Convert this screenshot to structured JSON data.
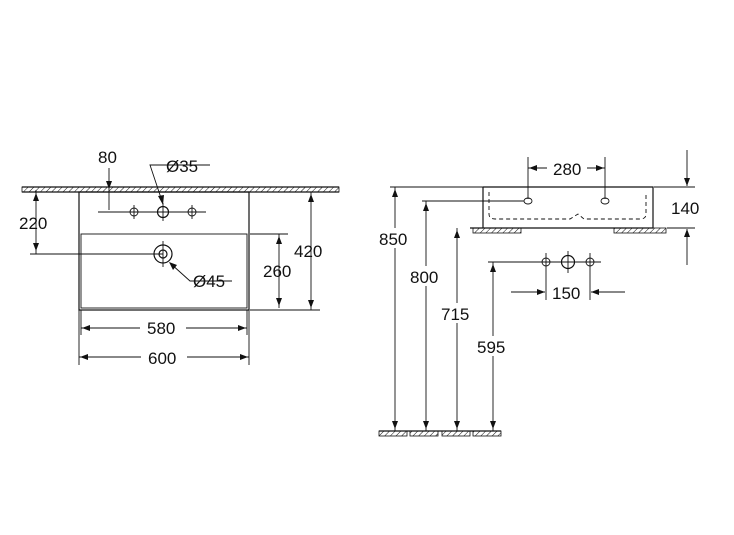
{
  "front_view": {
    "dim_80": "80",
    "dim_dia35": "Ø35",
    "dim_220": "220",
    "dim_420": "420",
    "dim_260": "260",
    "dim_dia45": "Ø45",
    "dim_580": "580",
    "dim_600": "600"
  },
  "side_view": {
    "dim_280": "280",
    "dim_140": "140",
    "dim_850": "850",
    "dim_800": "800",
    "dim_715": "715",
    "dim_595": "595",
    "dim_150": "150"
  }
}
